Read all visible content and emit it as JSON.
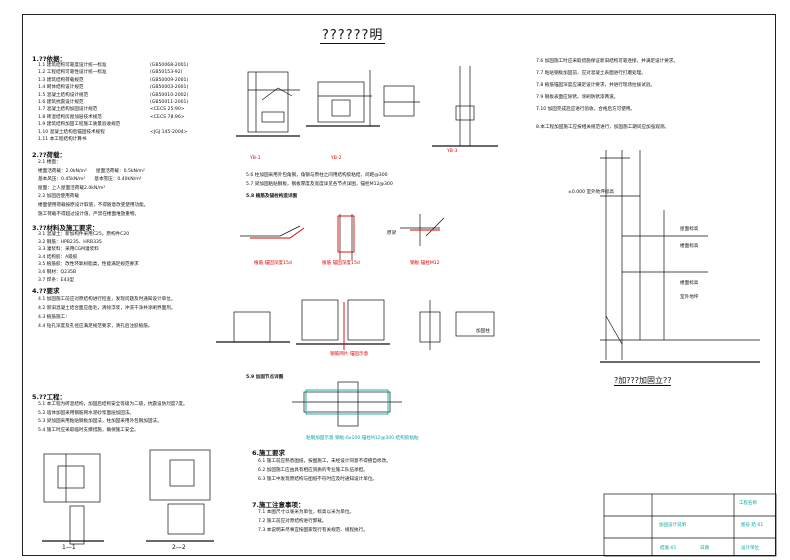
{
  "title": "??????明",
  "section1": {
    "heading": "1.??依据：",
    "items": [
      {
        "label": "1.1 建筑结构可靠度设计统一标准",
        "code": "(GB50068-2001)"
      },
      {
        "label": "1.2 工程结构可靠性设计统一标准",
        "code": "(GB50153-92)"
      },
      {
        "label": "1.3 建筑结构荷载规范",
        "code": "(GB50009-2001)"
      },
      {
        "label": "1.4 砌体结构设计规范",
        "code": "(GB50003-2001)"
      },
      {
        "label": "1.5 混凝土结构设计规范",
        "code": "(GB50010-2002)"
      },
      {
        "label": "1.6 建筑抗震设计规范",
        "code": "(GB50011-2001)"
      },
      {
        "label": "1.7 混凝土结构加固设计规范",
        "code": "<CECS 25:90>"
      },
      {
        "label": "1.8 砖混结构房屋加层技术规范",
        "code": "<CECS 78:96>"
      },
      {
        "label": "1.9 建筑结构加固工程施工质量验收规范",
        "code": ""
      },
      {
        "label": "1.10 混凝土结构后锚固技术规程",
        "code": "<JGJ 145-2004>"
      },
      {
        "label": "1.11 本工程结构计算书",
        "code": ""
      }
    ]
  },
  "section2": {
    "heading": "2.??荷载：",
    "lines": [
      "2.1 楼面：",
      "楼面活荷载：2.0kN/m²　　屋面活荷载：0.5kN/m²",
      "基本风压：0.45kN/m²　　基本雪压：0.40kN/m²",
      "屋面：上人屋面活荷载2.0kN/m²",
      "2.2 加固后使用荷载",
      "楼面使用荷载按原设计取值，不得随意改变使用功能。",
      "施工荷载不得超过设计值，严禁在楼面堆放重物。"
    ]
  },
  "section3": {
    "heading": "3.??材料及施工要求：",
    "items": [
      "3.1 混凝土：新加构件采用C25，原构件C20",
      "3.2 钢筋：HPB235、HRB335",
      "3.3 灌浆料：采用CGM灌浆料",
      "3.4 结构胶：A级胶",
      "3.5 植筋胶：改性环氧树脂类，性能满足规范要求",
      "3.6 钢材：Q235B",
      "3.7 焊条：E43型"
    ]
  },
  "section4": {
    "heading": "4.??要求",
    "items": [
      "4.1 加固施工前应对原结构进行检查，发现问题及时通知设计单位。",
      "4.2 新旧混凝土结合面应凿毛，清除浮浆，冲洗干净并涂刷界面剂。",
      "4.3 植筋施工：",
      "4.4 钻孔深度及孔径应满足规范要求，清孔后注胶植筋。"
    ]
  },
  "section5": {
    "heading": "5.??工程：",
    "items": [
      "5.1 本工程为砖混结构，加固后结构安全等级为二级，抗震设防烈度7度。",
      "5.2 墙体加固采用钢筋网水泥砂浆面层加固法。",
      "5.3 梁加固采用粘贴钢板加固法，柱加固采用外包钢加固法。",
      "5.4 施工时应采取临时支撑措施，确保施工安全。"
    ]
  },
  "section6": {
    "heading": "6.施工要求",
    "items": [
      "6.1 施工前应熟悉图纸，按图施工，未经设计同意不得擅自修改。",
      "6.2 加固施工应由具有相应资质的专业施工队伍承担。",
      "6.3 施工中发现原结构与图纸不符时应及时通知设计单位。"
    ]
  },
  "section7": {
    "heading": "7.施工注意事项：",
    "items": [
      "7.1 本图尺寸以毫米为单位，标高以米为单位。",
      "7.2 施工前应对原结构进行卸载。",
      "7.3 本说明未尽事宜按国家现行有关规范、规程执行。"
    ]
  },
  "right_notes": {
    "items": [
      "7.6 加固施工时应采取措施保证新旧结构可靠连接，并满足设计要求。",
      "7.7 粘贴钢板加固前，应对混凝土表面进行打磨处理。",
      "7.8 植筋锚固深度应满足设计要求，并进行现场拉拔试验。",
      "7.9 钢板表面应除锈，涂刷防锈漆两道。",
      "7.10 加固完成后应进行验收，合格后方可使用。"
    ],
    "section8": "8.本工程加固施工应按相关规范进行，加固施工期间应加强观测。"
  },
  "details": {
    "d1": "YB-1",
    "d2": "YB-2",
    "d3": "YB-3",
    "sec56": "5.6 柱加固采用外包角钢，角钢与原柱之间用结构胶粘结，间距@300",
    "sec57": "5.7 梁加固粘贴钢板，钢板厚度及宽度详见各节点详图，锚栓M12@300",
    "sec58": "5.8 植筋及锚栓构造详图",
    "sec59": "5.9 加固节点详图",
    "red1": "植筋 锚固深度15d",
    "red2": "植筋 锚固深度15d",
    "red3": "钢板 锚栓M12",
    "red4": "钢筋网片 锚固示意",
    "red5": "粘钢加固示意 钢板-6x100 锚栓M12@300 结构胶粘贴",
    "lbl_a": "加固柱",
    "lbl_b": "原梁"
  },
  "section_labels": {
    "s1": "1—1",
    "s2": "2—2"
  },
  "elevation": {
    "caption": "?加???加固立??",
    "labels": [
      "屋面标高",
      "楼面标高",
      "楼面标高",
      "室外地坪"
    ],
    "top_note": "±0.000 室外地坪标高"
  },
  "title_block": {
    "project": "工程名称",
    "drawing": "加固设计说明",
    "number": "图号 结-01",
    "sheet": "结施-01",
    "company": "设计单位",
    "date": "日期"
  }
}
